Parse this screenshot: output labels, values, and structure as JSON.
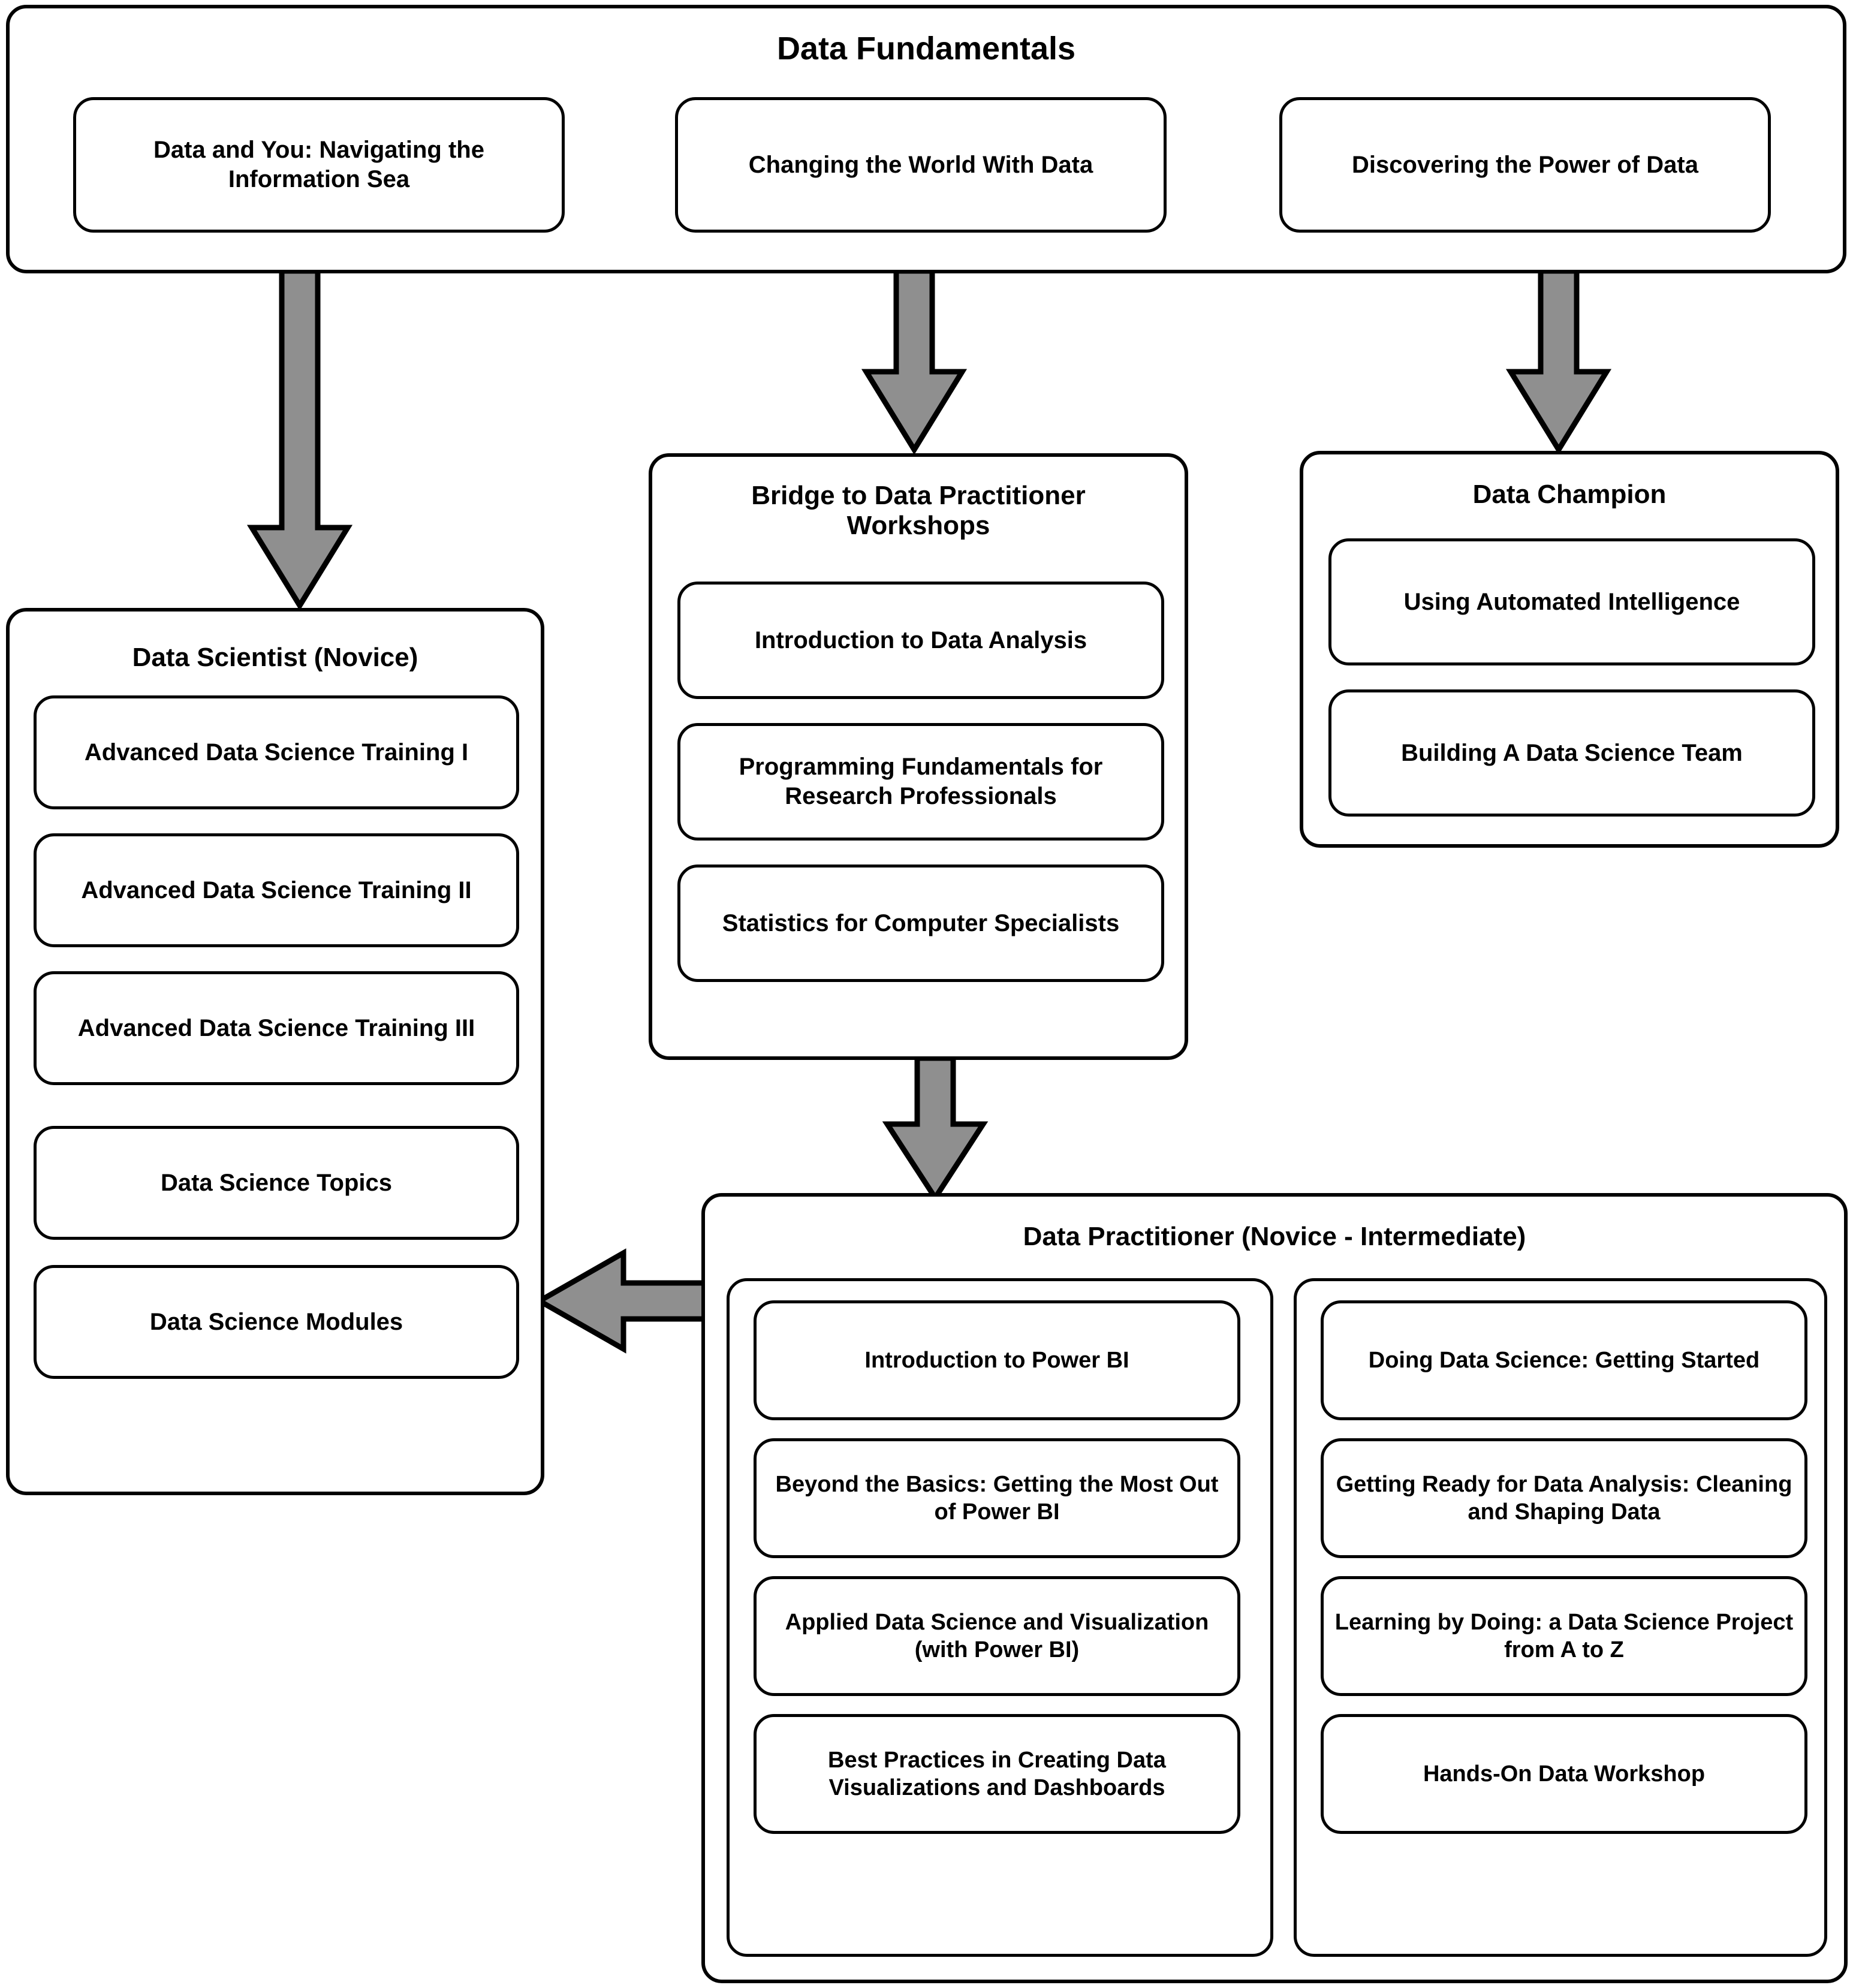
{
  "diagram": {
    "title": "Data Fundamentals learning pathway flowchart",
    "arrow_color": "#8f8f8f",
    "arrow_border_color": "#000000",
    "box_border_color": "#000000",
    "background_color": "#ffffff"
  },
  "fundamentals": {
    "title": "Data Fundamentals",
    "courses": [
      {
        "label": "Data and You: Navigating the Information Sea"
      },
      {
        "label": "Changing the World With Data"
      },
      {
        "label": "Discovering the Power of Data"
      }
    ]
  },
  "data_scientist": {
    "title": "Data Scientist (Novice)",
    "courses": [
      {
        "label": "Advanced Data Science Training I"
      },
      {
        "label": "Advanced Data Science Training II"
      },
      {
        "label": "Advanced Data Science Training III"
      },
      {
        "label": "Data Science Topics"
      },
      {
        "label": "Data Science Modules"
      }
    ]
  },
  "bridge": {
    "title": "Bridge to Data Practitioner Workshops",
    "courses": [
      {
        "label": "Introduction to Data Analysis"
      },
      {
        "label": "Programming Fundamentals for Research Professionals"
      },
      {
        "label": "Statistics for Computer Specialists"
      }
    ]
  },
  "data_champion": {
    "title": "Data Champion",
    "courses": [
      {
        "label": "Using Automated Intelligence"
      },
      {
        "label": "Building A Data Science Team"
      }
    ]
  },
  "data_practitioner": {
    "title": "Data Practitioner (Novice - Intermediate)",
    "left_column": [
      {
        "label": "Introduction to Power BI"
      },
      {
        "label": "Beyond the Basics: Getting the Most Out of Power BI"
      },
      {
        "label": "Applied Data Science and Visualization (with Power BI)"
      },
      {
        "label": "Best Practices in Creating Data Visualizations and Dashboards"
      }
    ],
    "right_column": [
      {
        "label": "Doing Data Science: Getting Started"
      },
      {
        "label": "Getting Ready for Data Analysis: Cleaning and Shaping Data"
      },
      {
        "label": "Learning by Doing: a Data Science Project from A to Z"
      },
      {
        "label": "Hands-On Data Workshop"
      }
    ]
  },
  "connections": [
    {
      "from": "fundamentals",
      "to": "data-scientist",
      "direction": "down"
    },
    {
      "from": "fundamentals",
      "to": "bridge",
      "direction": "down"
    },
    {
      "from": "fundamentals",
      "to": "data-champion",
      "direction": "down"
    },
    {
      "from": "bridge",
      "to": "data-practitioner",
      "direction": "down"
    },
    {
      "from": "data-practitioner",
      "to": "data-scientist",
      "direction": "left"
    }
  ]
}
